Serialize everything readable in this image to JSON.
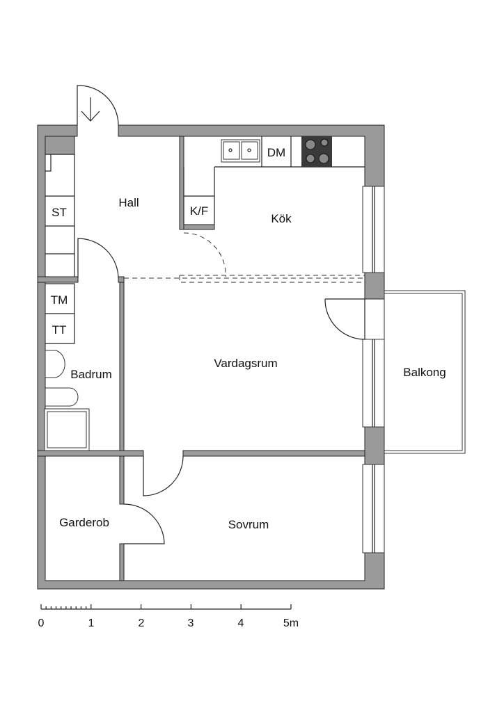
{
  "rooms": {
    "hall": "Hall",
    "kitchen": "Kök",
    "living": "Vardagsrum",
    "bathroom": "Badrum",
    "wardrobe": "Garderob",
    "bedroom": "Sovrum",
    "balcony": "Balkong"
  },
  "fixtures": {
    "storage": "ST",
    "fridge_freezer": "K/F",
    "dishwasher": "DM",
    "washer": "TM",
    "dryer": "TT"
  },
  "scale": {
    "labels": [
      "0",
      "1",
      "2",
      "3",
      "4",
      "5m"
    ]
  },
  "colors": {
    "wall": "#9a9a9a",
    "hob": "#3a3a3a"
  }
}
